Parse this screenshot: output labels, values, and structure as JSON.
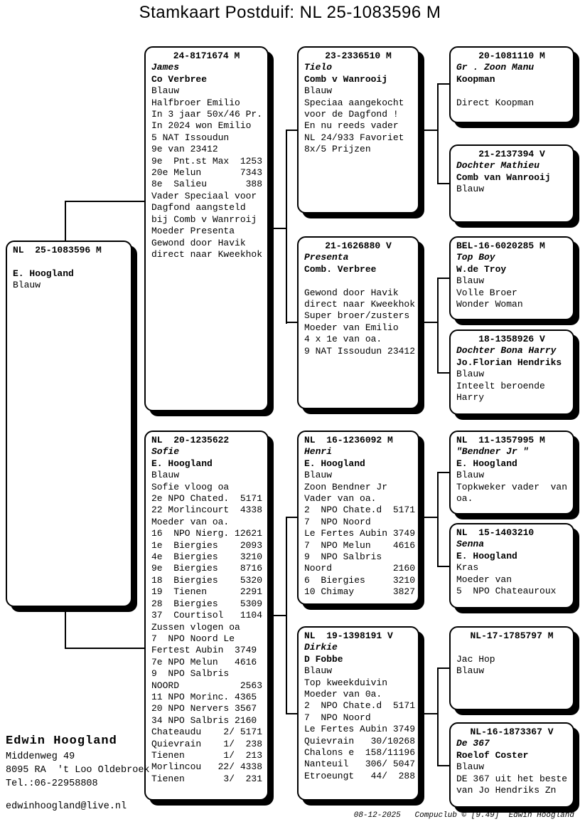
{
  "page_title": "Stamkaart Postduif: NL  25-1083596 M",
  "boxes": {
    "subject": {
      "ring": "NL  25-1083596 M",
      "title_align": "left",
      "lines": [
        {
          "text": "",
          "style": "normal"
        },
        {
          "text": "E. Hoogland",
          "style": "bold"
        },
        {
          "text": "Blauw",
          "style": "normal"
        }
      ]
    },
    "father": {
      "ring": "24-8171674 M",
      "title_align": "center",
      "lines": [
        {
          "text": "James",
          "style": "italic"
        },
        {
          "text": "Co Verbree",
          "style": "bold"
        },
        {
          "text": "Blauw",
          "style": "normal"
        },
        {
          "text": "Halfbroer Emilio",
          "style": "normal"
        },
        {
          "text": "In 3 jaar 50x/46 Pr.",
          "style": "normal"
        },
        {
          "text": "In 2024 won Emilio",
          "style": "normal"
        },
        {
          "text": "5 NAT Issoudun",
          "style": "normal"
        },
        {
          "text": "9e van 23412",
          "style": "normal"
        },
        {
          "text": "9e  Pnt.st Max  1253",
          "style": "normal"
        },
        {
          "text": "20e Melun       7343",
          "style": "normal"
        },
        {
          "text": "8e  Salieu       388",
          "style": "normal"
        },
        {
          "text": "Vader Speciaal voor",
          "style": "normal"
        },
        {
          "text": "Dagfond aangsteld",
          "style": "normal"
        },
        {
          "text": "bij Comb v Wanrroij",
          "style": "normal"
        },
        {
          "text": "Moeder Presenta",
          "style": "normal"
        },
        {
          "text": "Gewond door Havik",
          "style": "normal"
        },
        {
          "text": "direct naar Kweekhok",
          "style": "normal"
        }
      ]
    },
    "mother": {
      "ring": "NL  20-1235622",
      "title_align": "left",
      "lines": [
        {
          "text": "Sofie",
          "style": "italic"
        },
        {
          "text": "E. Hoogland",
          "style": "bold"
        },
        {
          "text": "Blauw",
          "style": "normal"
        },
        {
          "text": "Sofie vloog oa",
          "style": "normal"
        },
        {
          "text": "2e NPO Chated.  5171",
          "style": "normal"
        },
        {
          "text": "22 Morlincourt  4338",
          "style": "normal"
        },
        {
          "text": "Moeder van oa.",
          "style": "normal"
        },
        {
          "text": "16  NPO Nierg. 12621",
          "style": "normal"
        },
        {
          "text": "1e  Biergies    2093",
          "style": "normal"
        },
        {
          "text": "4e  Biergies    3210",
          "style": "normal"
        },
        {
          "text": "9e  Biergies    8716",
          "style": "normal"
        },
        {
          "text": "18  Biergies    5320",
          "style": "normal"
        },
        {
          "text": "19  Tienen      2291",
          "style": "normal"
        },
        {
          "text": "28  Biergies    5309",
          "style": "normal"
        },
        {
          "text": "37  Courtisol   1104",
          "style": "normal"
        },
        {
          "text": "Zussen vlogen oa",
          "style": "normal"
        },
        {
          "text": "7  NPO Noord Le",
          "style": "normal"
        },
        {
          "text": "Fertest Aubin  3749",
          "style": "normal"
        },
        {
          "text": "7e NPO Melun   4616",
          "style": "normal"
        },
        {
          "text": "9  NPO Salbris",
          "style": "normal"
        },
        {
          "text": "NOORD           2563",
          "style": "normal"
        },
        {
          "text": "11 NPO Morinc. 4365",
          "style": "normal"
        },
        {
          "text": "20 NPO Nervers 3567",
          "style": "normal"
        },
        {
          "text": "34 NPO Salbris 2160",
          "style": "normal"
        },
        {
          "text": "Chateaudu    2/ 5171",
          "style": "normal"
        },
        {
          "text": "Quievrain    1/  238",
          "style": "normal"
        },
        {
          "text": "Tienen       1/  213",
          "style": "normal"
        },
        {
          "text": "Morlincou   22/ 4338",
          "style": "normal"
        },
        {
          "text": "Tienen       3/  231",
          "style": "normal"
        }
      ]
    },
    "gf1": {
      "ring": "23-2336510 M",
      "title_align": "center",
      "lines": [
        {
          "text": "Tielo",
          "style": "italic"
        },
        {
          "text": "Comb v Wanrooij",
          "style": "bold"
        },
        {
          "text": "Blauw",
          "style": "normal"
        },
        {
          "text": "Speciaa aangekocht",
          "style": "normal"
        },
        {
          "text": "voor de Dagfond !",
          "style": "normal"
        },
        {
          "text": "En nu reeds vader",
          "style": "normal"
        },
        {
          "text": "NL 24/933 Favoriet",
          "style": "normal"
        },
        {
          "text": "8x/5 Prijzen",
          "style": "normal"
        }
      ]
    },
    "gm1": {
      "ring": "21-1626880 V",
      "title_align": "center",
      "lines": [
        {
          "text": "Presenta",
          "style": "italic"
        },
        {
          "text": "Comb. Verbree",
          "style": "bold"
        },
        {
          "text": "",
          "style": "normal"
        },
        {
          "text": "Gewond door Havik",
          "style": "normal"
        },
        {
          "text": "direct naar Kweekhok",
          "style": "normal"
        },
        {
          "text": "Super broer/zusters",
          "style": "normal"
        },
        {
          "text": "Moeder van Emilio",
          "style": "normal"
        },
        {
          "text": "4 x 1e van oa.",
          "style": "normal"
        },
        {
          "text": "9 NAT Issoudun 23412",
          "style": "normal"
        }
      ]
    },
    "gf2": {
      "ring": "NL  16-1236092 M",
      "title_align": "left",
      "lines": [
        {
          "text": "Henri",
          "style": "italic"
        },
        {
          "text": "E. Hoogland",
          "style": "bold"
        },
        {
          "text": "Blauw",
          "style": "normal"
        },
        {
          "text": "Zoon Bendner Jr",
          "style": "normal"
        },
        {
          "text": "Vader van oa.",
          "style": "normal"
        },
        {
          "text": "2  NPO Chate.d  5171",
          "style": "normal"
        },
        {
          "text": "7  NPO Noord",
          "style": "normal"
        },
        {
          "text": "Le Fertes Aubin 3749",
          "style": "normal"
        },
        {
          "text": "7  NPO Melun    4616",
          "style": "normal"
        },
        {
          "text": "9  NPO Salbris",
          "style": "normal"
        },
        {
          "text": "Noord           2160",
          "style": "normal"
        },
        {
          "text": "6  Biergies     3210",
          "style": "normal"
        },
        {
          "text": "10 Chimay       3827",
          "style": "normal"
        }
      ]
    },
    "gm2": {
      "ring": "NL  19-1398191 V",
      "title_align": "left",
      "lines": [
        {
          "text": "Dirkie",
          "style": "italic"
        },
        {
          "text": "D Fobbe",
          "style": "bold"
        },
        {
          "text": "Blauw",
          "style": "normal"
        },
        {
          "text": "Top kweekduivin",
          "style": "normal"
        },
        {
          "text": "Moeder van 0a.",
          "style": "normal"
        },
        {
          "text": "2  NPO Chate.d  5171",
          "style": "normal"
        },
        {
          "text": "7  NPO Noord",
          "style": "normal"
        },
        {
          "text": "Le Fertes Aubin 3749",
          "style": "normal"
        },
        {
          "text": "Quievrain   30/10268",
          "style": "normal"
        },
        {
          "text": "Chalons e  158/11196",
          "style": "normal"
        },
        {
          "text": "Nanteuil   306/ 5047",
          "style": "normal"
        },
        {
          "text": "Etroeungt   44/  288",
          "style": "normal"
        }
      ]
    },
    "ggf1": {
      "ring": "20-1081110 M",
      "title_align": "center",
      "lines": [
        {
          "text": "Gr . Zoon Manu",
          "style": "italic"
        },
        {
          "text": "Koopman",
          "style": "bold"
        },
        {
          "text": "",
          "style": "normal"
        },
        {
          "text": "Direct Koopman",
          "style": "normal"
        }
      ]
    },
    "ggm1": {
      "ring": "21-2137394 V",
      "title_align": "center",
      "lines": [
        {
          "text": "Dochter Mathieu",
          "style": "italic"
        },
        {
          "text": "Comb van Wanrooij",
          "style": "bold"
        },
        {
          "text": "Blauw",
          "style": "normal"
        }
      ]
    },
    "ggf2": {
      "ring": "BEL-16-6020285 M",
      "title_align": "left",
      "lines": [
        {
          "text": "Top Boy",
          "style": "italic"
        },
        {
          "text": "W.de Troy",
          "style": "bold"
        },
        {
          "text": "Blauw",
          "style": "normal"
        },
        {
          "text": "Volle Broer",
          "style": "normal"
        },
        {
          "text": "Wonder Woman",
          "style": "normal"
        }
      ]
    },
    "ggm2": {
      "ring": "18-1358926 V",
      "title_align": "center",
      "lines": [
        {
          "text": "Dochter Bona Harry",
          "style": "italic"
        },
        {
          "text": "Jo.Florian Hendriks",
          "style": "bold"
        },
        {
          "text": "Blauw",
          "style": "normal"
        },
        {
          "text": "Inteelt beroende",
          "style": "normal"
        },
        {
          "text": "Harry",
          "style": "normal"
        }
      ]
    },
    "ggf3": {
      "ring": "NL  11-1357995 M",
      "title_align": "left",
      "lines": [
        {
          "text": "\"Bendner Jr \"",
          "style": "italic"
        },
        {
          "text": "E. Hoogland",
          "style": "bold"
        },
        {
          "text": "Blauw",
          "style": "normal"
        },
        {
          "text": "Topkweker vader  van",
          "style": "normal"
        },
        {
          "text": "oa.",
          "style": "normal"
        }
      ]
    },
    "ggm3": {
      "ring": "NL  15-1403210",
      "title_align": "left",
      "lines": [
        {
          "text": "Senna",
          "style": "italic"
        },
        {
          "text": "E. Hoogland",
          "style": "bold"
        },
        {
          "text": "Kras",
          "style": "normal"
        },
        {
          "text": "Moeder van",
          "style": "normal"
        },
        {
          "text": "5  NPO Chateauroux",
          "style": "normal"
        }
      ]
    },
    "ggf4": {
      "ring": "NL-17-1785797 M",
      "title_align": "center",
      "lines": [
        {
          "text": "",
          "style": "normal"
        },
        {
          "text": "Jac Hop",
          "style": "normal"
        },
        {
          "text": "Blauw",
          "style": "normal"
        }
      ]
    },
    "ggm4": {
      "ring": "NL-16-1873367 V",
      "title_align": "center",
      "lines": [
        {
          "text": "De 367",
          "style": "italic"
        },
        {
          "text": "Roelof Coster",
          "style": "bold"
        },
        {
          "text": "Blauw",
          "style": "normal"
        },
        {
          "text": "DE 367 uit het beste",
          "style": "normal"
        },
        {
          "text": "van Jo Hendriks Zn",
          "style": "normal"
        }
      ]
    }
  },
  "owner": {
    "name": "Edwin Hoogland",
    "address_lines": [
      "Middenweg 49",
      "8095 RA  't Loo Oldebroek",
      "Tel.:06-22958808"
    ],
    "email": "edwinhoogland@live.nl"
  },
  "footer": {
    "text": "08-12-2025   Compuclub © [9.49]  Edwin Hoogland"
  }
}
